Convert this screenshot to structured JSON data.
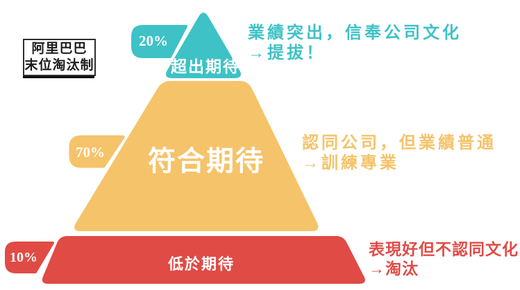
{
  "title_box": {
    "line1": "阿里巴巴",
    "line2": "末位淘汰制"
  },
  "tiers": [
    {
      "name": "top",
      "percent": "20%",
      "label": "超出期待",
      "color": "#3EC2C6",
      "note_line1": "業績突出，信奉公司文化",
      "note_line2": "→提拔！"
    },
    {
      "name": "middle",
      "percent": "70%",
      "label": "符合期待",
      "color": "#F5C36A",
      "note_line1": "認同公司，但業績普通",
      "note_line2": "→訓練專業"
    },
    {
      "name": "bottom",
      "percent": "10%",
      "label": "低於期待",
      "color": "#E04B46",
      "note_line1": "表現好但不認同文化",
      "note_line2": "→淘汰"
    }
  ],
  "colors": {
    "background": "#FFFFFF",
    "tier_label_text": "#FFFFFF",
    "percent_text": "#FFFFFF",
    "title_text": "#1C1C1C",
    "title_border": "#2E2E2E",
    "title_shadow": "#0A0A0A"
  }
}
